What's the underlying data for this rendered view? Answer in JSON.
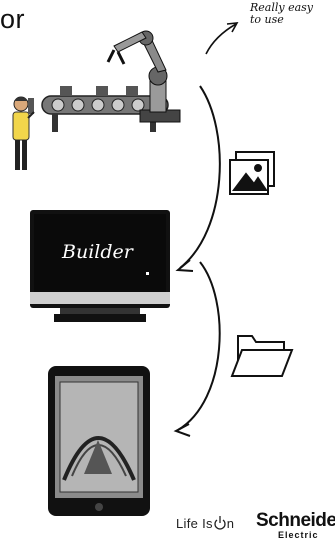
{
  "header": {
    "title_fragment": "or"
  },
  "annotation": {
    "line1": "Really easy",
    "line2": "to use"
  },
  "monitor": {
    "screen_label": "Builder"
  },
  "footer": {
    "tagline_left": "Life Is ",
    "tagline_right": "n",
    "brand_main": "Schneider",
    "brand_sub": "Electric"
  },
  "icons": [
    "robot-arm-icon",
    "conveyor-icon",
    "operator-icon",
    "monitor-icon",
    "image-gallery-icon",
    "folder-icon",
    "tablet-icon",
    "power-icon"
  ]
}
